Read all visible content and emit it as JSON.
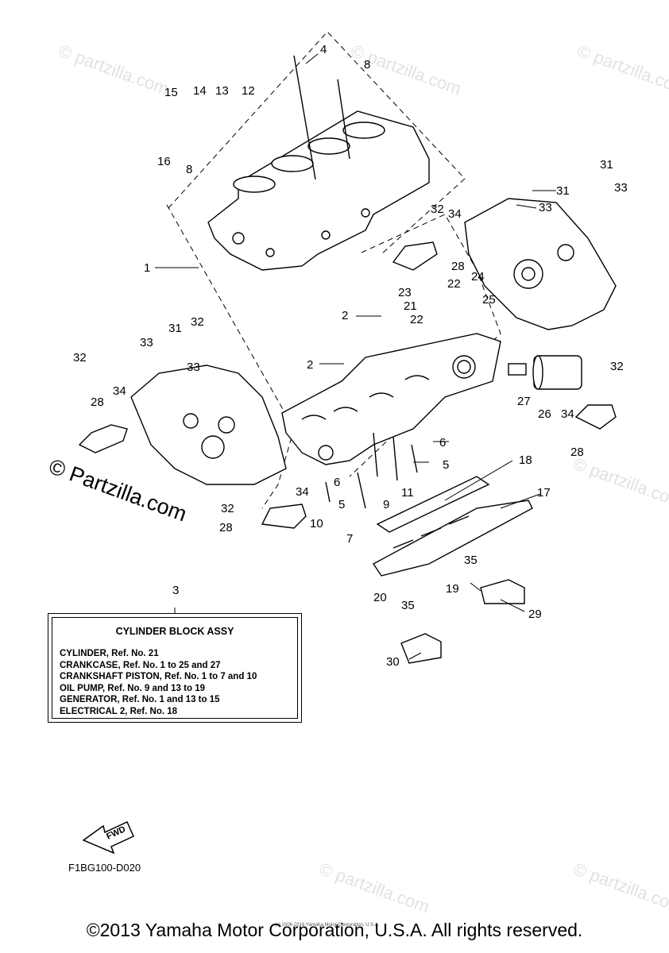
{
  "callouts": [
    "1",
    "2",
    "2",
    "3",
    "4",
    "5",
    "5",
    "6",
    "6",
    "7",
    "8",
    "8",
    "9",
    "10",
    "11",
    "12",
    "13",
    "14",
    "15",
    "16",
    "17",
    "18",
    "19",
    "20",
    "21",
    "22",
    "22",
    "23",
    "24",
    "25",
    "26",
    "27",
    "28",
    "28",
    "28",
    "28",
    "29",
    "30",
    "31",
    "31",
    "31",
    "32",
    "32",
    "32",
    "32",
    "32",
    "33",
    "33",
    "33",
    "33",
    "34",
    "34",
    "34",
    "34",
    "35",
    "35"
  ],
  "legend": {
    "number": "3",
    "title": "CYLINDER BLOCK ASSY",
    "lines": [
      "CYLINDER,  Ref. No. 21",
      "CRANKCASE,  Ref. No. 1 to 25 and 27",
      "CRANKSHAFT PISTON, Ref. No. 1 to 7 and 10",
      "OIL PUMP, Ref. No. 9 and 13 to 19",
      "GENERATOR, Ref. No. 1 and 13 to 15",
      "ELECTRICAL 2, Ref. No. 18"
    ]
  },
  "fwd_label": "FWD",
  "diagram_code": "F1BG100-D020",
  "watermark": "© Partzilla.com",
  "watermark_short": "© partzilla.com",
  "footer_small": "(c) 2006-2016 Yamaha Motor Corporation, U.S.A.",
  "copyright": "©2013 Yamaha Motor Corporation, U.S.A. All rights reserved."
}
